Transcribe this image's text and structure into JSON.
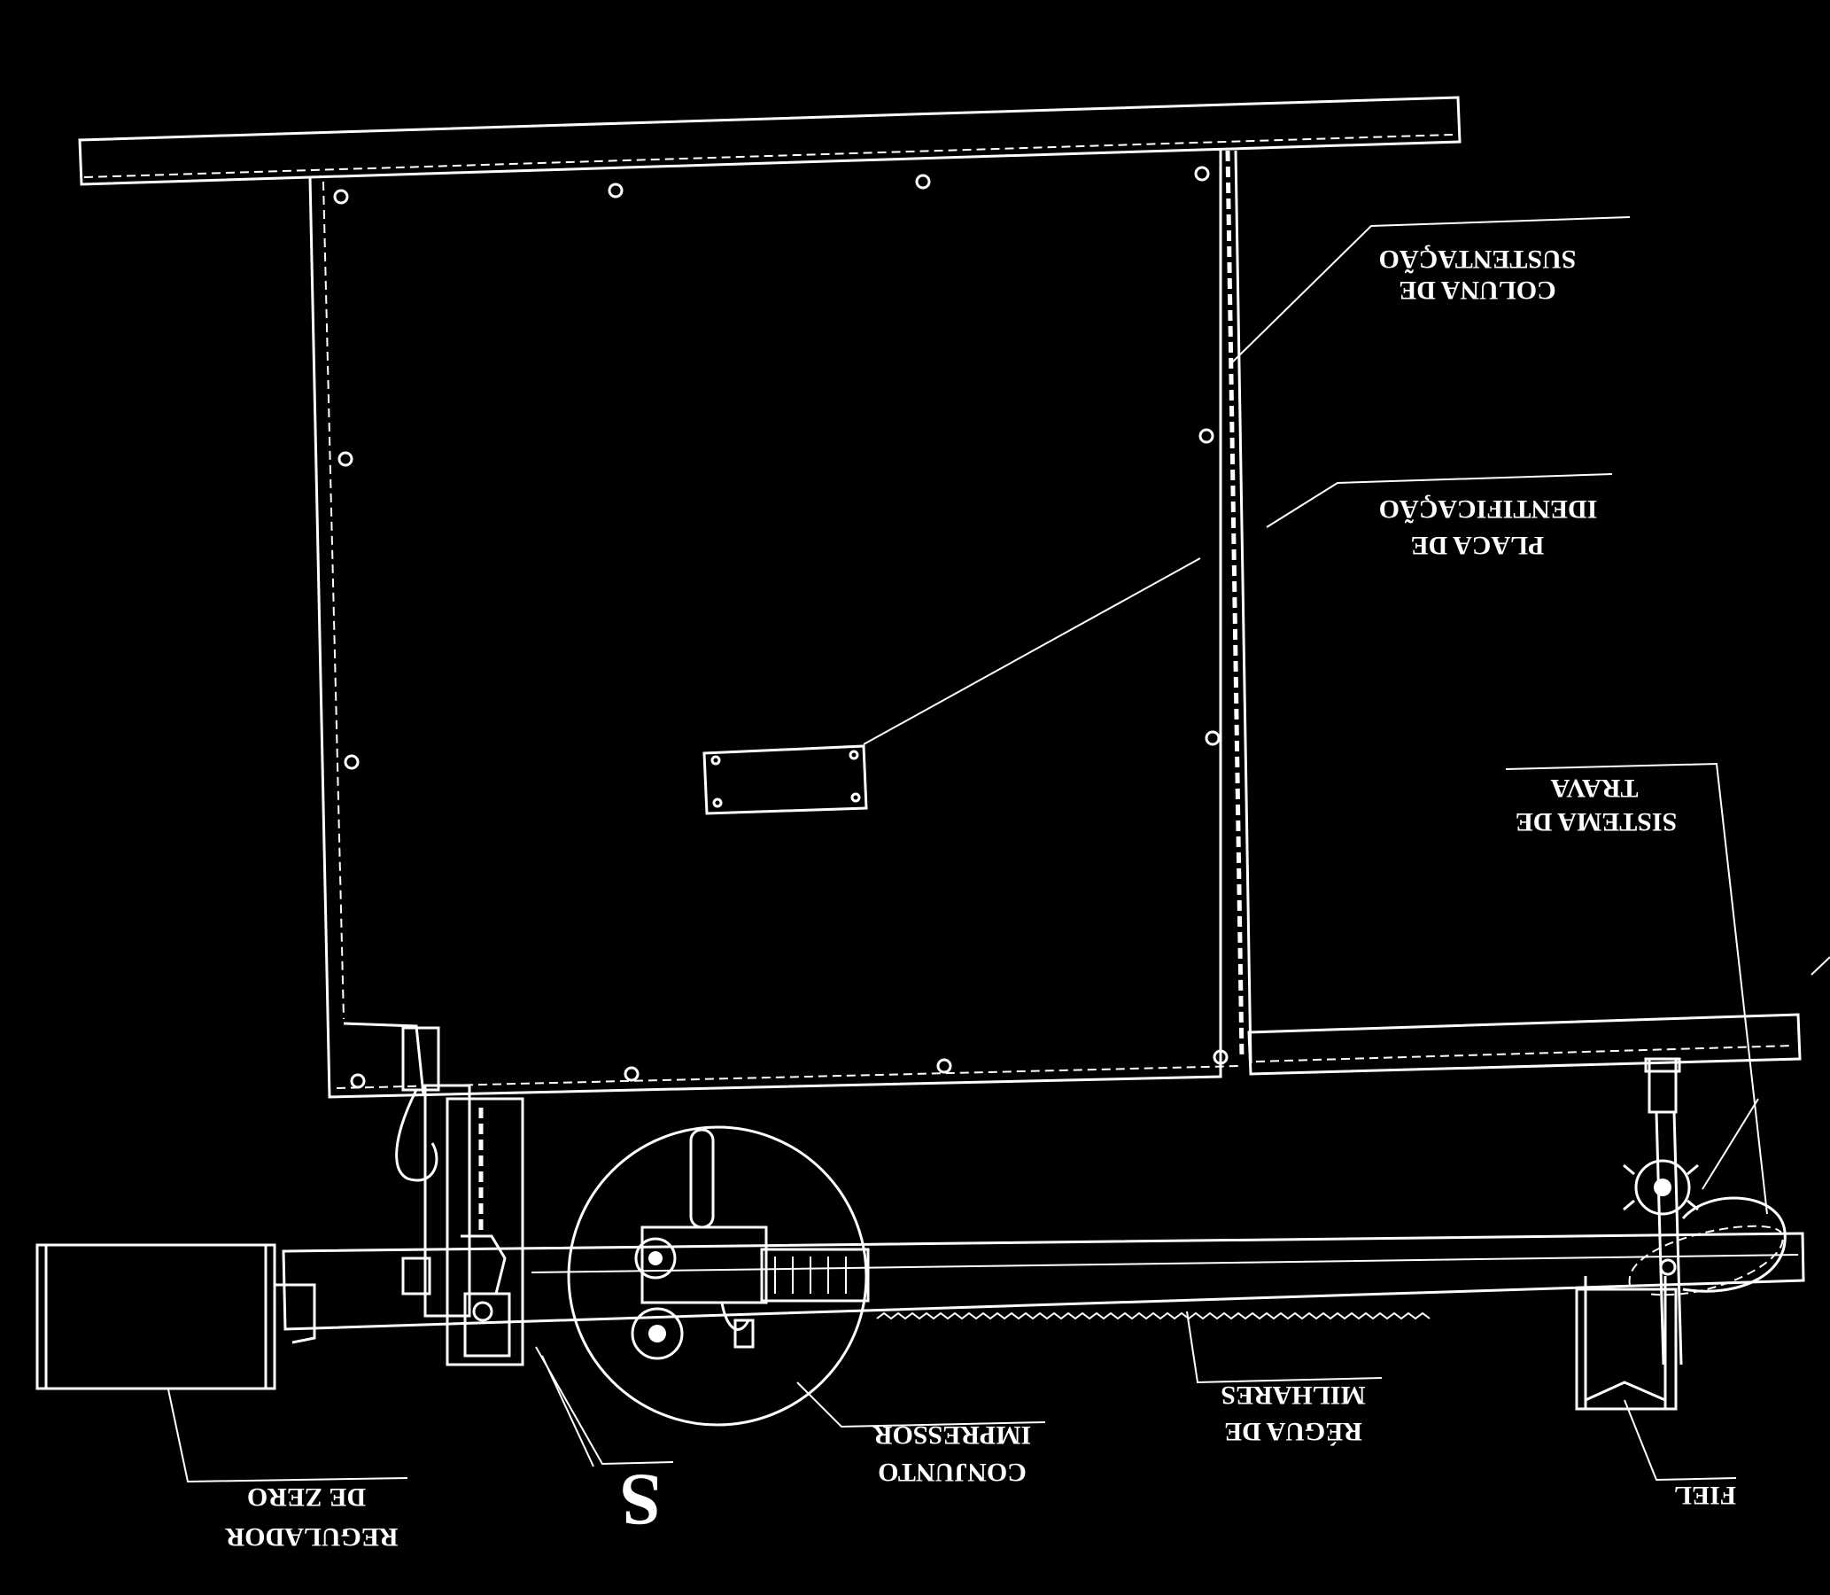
{
  "labels": {
    "coluna_line1": "SUSTENTAÇÃO",
    "coluna_line2": "COLUNA DE",
    "placa_line1": "IDENTIFICAÇÃO",
    "placa_line2": "PLACA DE",
    "trava_line1": "TRAVA",
    "trava_line2": "SISTEMA DE",
    "regulador_line1": "DE ZERO",
    "regulador_line2": "REGULADOR",
    "s_mark": "S",
    "conjunto_line1": "IMPRESSOR",
    "conjunto_line2": "CONJUNTO",
    "regua_line1": "MILHARES",
    "regua_line2": "RÉGUA DE",
    "fiel": "FIEL"
  },
  "colors": {
    "background": "#000000",
    "linework": "#ffffff"
  }
}
